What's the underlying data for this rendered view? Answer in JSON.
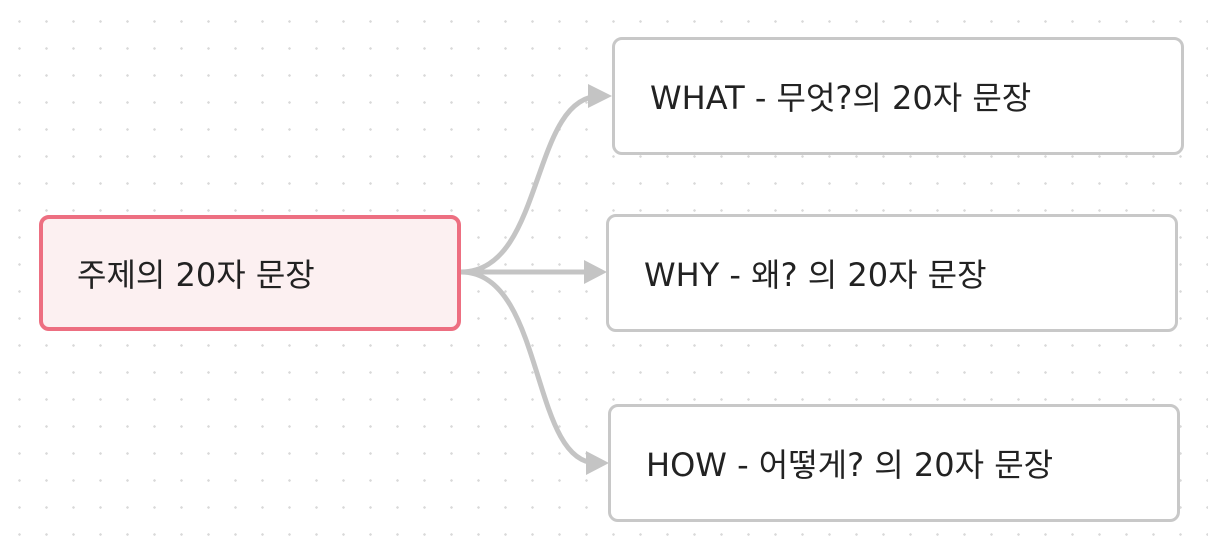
{
  "diagram": {
    "type": "mind-map",
    "root": {
      "label": "주제의 20자 문장"
    },
    "branches": [
      {
        "label": "WHAT - 무엇?의 20자 문장"
      },
      {
        "label": "WHY - 왜? 의 20자 문장"
      },
      {
        "label": "HOW - 어떻게? 의 20자 문장"
      }
    ],
    "colors": {
      "root_border": "#ed6f81",
      "root_fill": "#fcf0f1",
      "branch_border": "#c8c8c8",
      "connector": "#c4c4c4",
      "background_dot": "#d9d9d9"
    }
  }
}
